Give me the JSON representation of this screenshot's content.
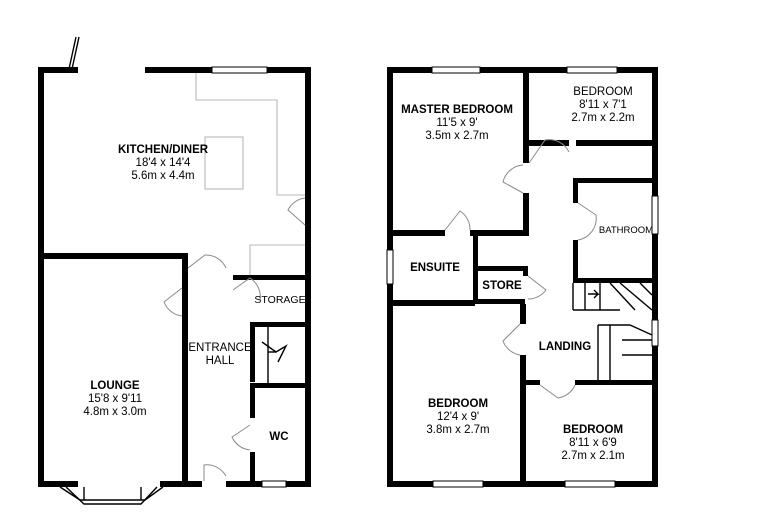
{
  "rooms": {
    "kitchen": {
      "name": "KITCHEN/DINER",
      "imperial": "18'4 x 14'4",
      "metric": "5.6m x 4.4m"
    },
    "lounge": {
      "name": "LOUNGE",
      "imperial": "15'8 x 9'11",
      "metric": "4.8m x 3.0m"
    },
    "storage": {
      "name": "STORAGE"
    },
    "entrance": {
      "line1": "ENTRANCE",
      "line2": "HALL"
    },
    "wc": {
      "name": "WC"
    },
    "master": {
      "name": "MASTER BEDROOM",
      "imperial": "11'5 x 9'",
      "metric": "3.5m x 2.7m"
    },
    "bed2": {
      "name": "BEDROOM",
      "imperial": "8'11 x 7'1",
      "metric": "2.7m x 2.2m"
    },
    "bathroom": {
      "name": "BATHROOM"
    },
    "ensuite": {
      "name": "ENSUITE"
    },
    "store": {
      "name": "STORE"
    },
    "landing": {
      "name": "LANDING"
    },
    "bed3": {
      "name": "BEDROOM",
      "imperial": "12'4 x 9'",
      "metric": "3.8m x 2.7m"
    },
    "bed4": {
      "name": "BEDROOM",
      "imperial": "8'11 x 6'9",
      "metric": "2.7m x 2.1m"
    }
  }
}
